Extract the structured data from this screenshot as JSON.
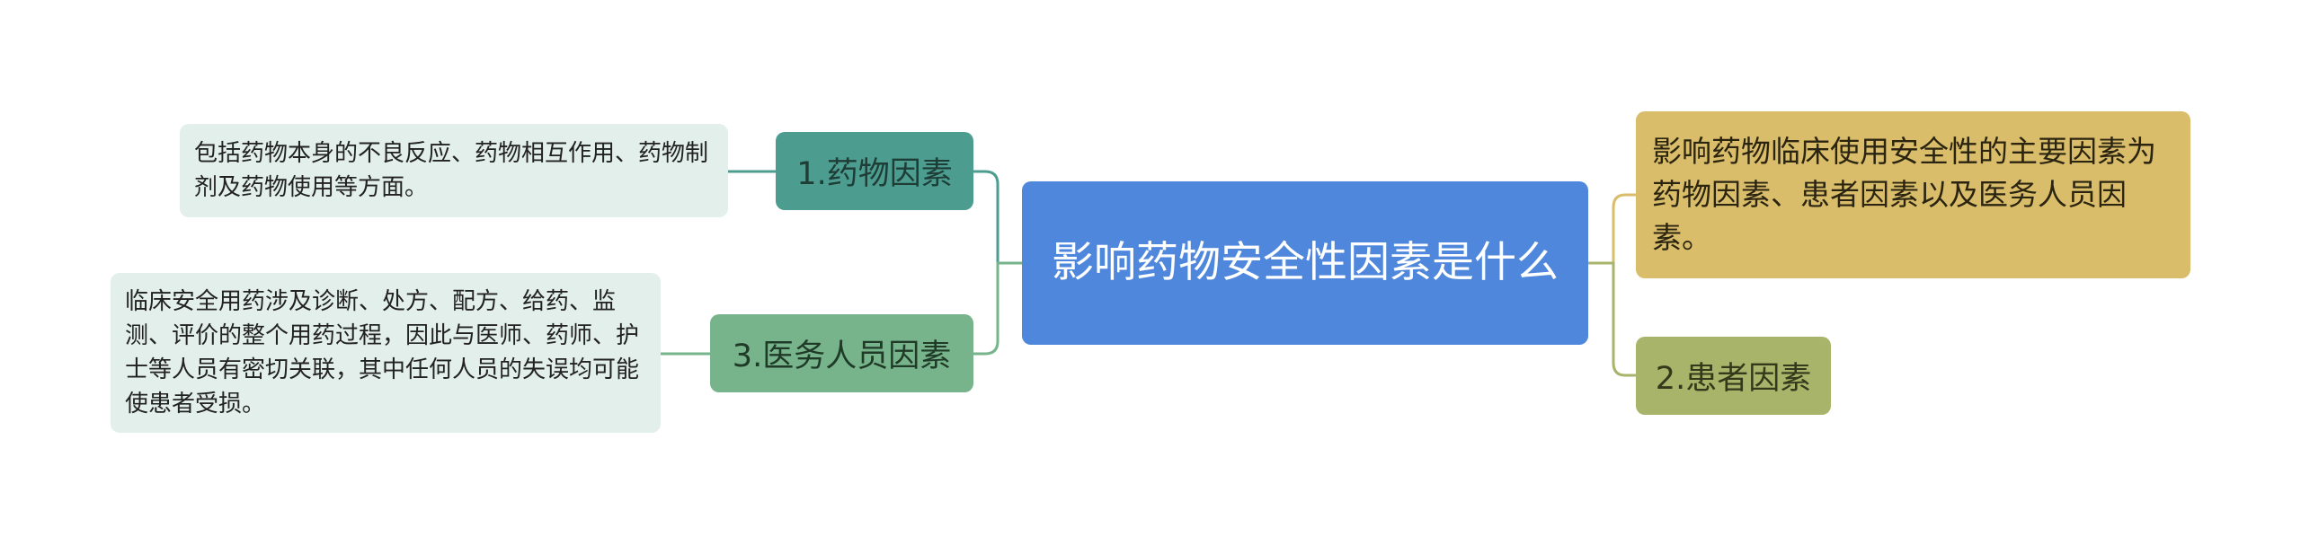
{
  "root": {
    "label": "影响药物安全性因素是什么"
  },
  "branches": [
    {
      "label": "1.药物因素",
      "detail": "包括药物本身的不良反应、药物相互作用、药物制剂及药物使用等方面。"
    },
    {
      "label": "3.医务人员因素",
      "detail": "临床安全用药涉及诊断、处方、配方、给药、监测、评价的整个用药过程，因此与医师、药师、护士等人员有密切关联，其中任何人员的失误均可能使患者受损。"
    },
    {
      "label": "影响药物临床使用安全性的主要因素为药物因素、患者因素以及医务人员因素。"
    },
    {
      "label": "2.患者因素"
    }
  ],
  "colors": {
    "root": "#4f87dc",
    "branch_1": "#4c9d8f",
    "branch_3": "#77b48c",
    "summary": "#d9bd6a",
    "branch_2": "#a9b46b",
    "detail_bg": "#e3efeb"
  }
}
